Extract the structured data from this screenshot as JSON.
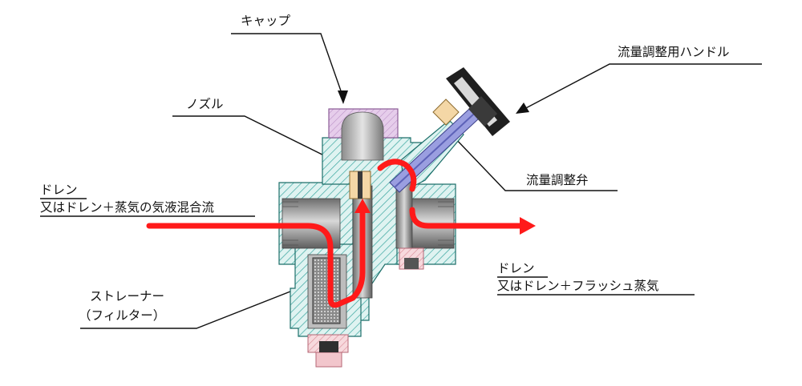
{
  "labels": {
    "cap": "キャップ",
    "nozzle": "ノズル",
    "handle": "流量調整用ハンドル",
    "valve": "流量調整弁",
    "inlet_line1": "ドレン",
    "inlet_line2": "又はドレン＋蒸気の気液混合流",
    "outlet_line1": "ドレン",
    "outlet_line2": "又はドレン＋フラッシュ蒸気",
    "strainer_line1": "ストレーナー",
    "strainer_line2": "（フィルター）"
  },
  "colors": {
    "body_hatch": "#3aa6a0",
    "body_fill": "#d9f1ef",
    "cap_fill": "#d9b8df",
    "plug_fill": "#f2c6cc",
    "valve_stem_fill": "#9a9ee0",
    "handle_fill": "#1f1f1f",
    "flow_arrow": "#ff1a1a",
    "nozzle_fill": "#f4d7a6",
    "strainer_fill": "#9a9a9a"
  }
}
